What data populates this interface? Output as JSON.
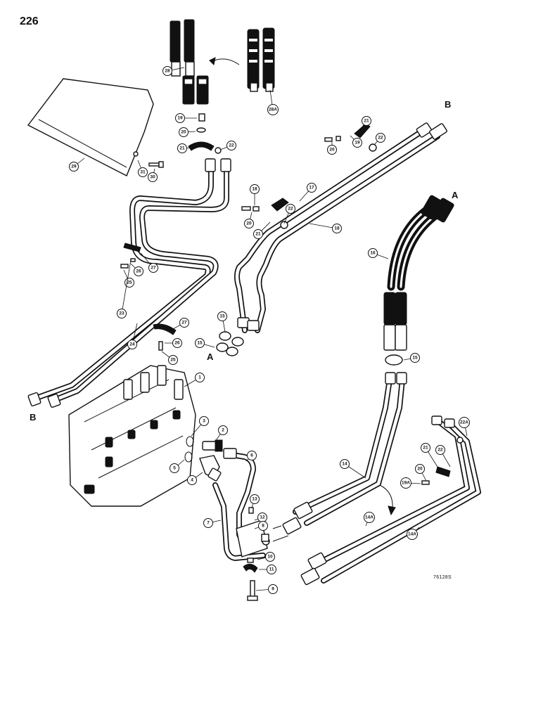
{
  "page": {
    "number": "226",
    "drawing_number": "76128S"
  },
  "connectors": {
    "a_label": "A",
    "b_label": "B"
  },
  "callouts": [
    "28",
    "28A",
    "29",
    "19",
    "20",
    "21",
    "22",
    "30",
    "31",
    "19",
    "20",
    "21",
    "22",
    "18",
    "20",
    "21",
    "22",
    "17",
    "18",
    "16",
    "26",
    "27",
    "25",
    "15",
    "15",
    "23",
    "27",
    "26",
    "24",
    "25",
    "1",
    "15",
    "3",
    "2",
    "5",
    "4",
    "6",
    "14",
    "22A",
    "21",
    "22",
    "20",
    "19A",
    "14A",
    "14A",
    "13",
    "12",
    "8",
    "7",
    "10",
    "11",
    "9"
  ]
}
